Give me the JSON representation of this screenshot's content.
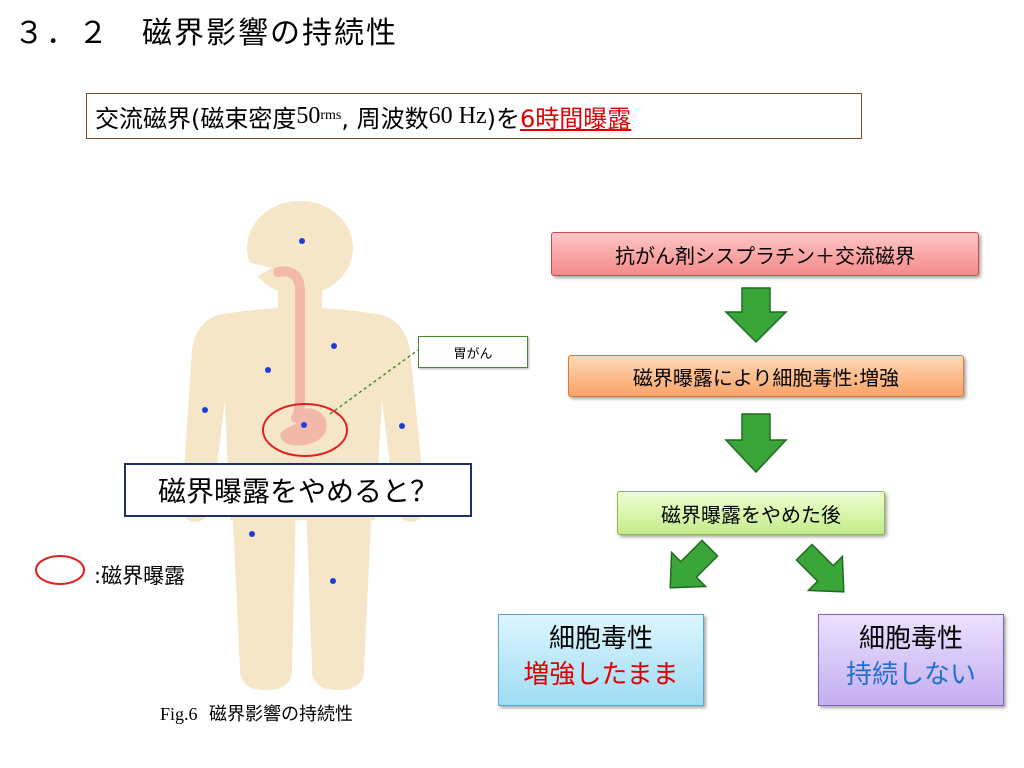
{
  "title": "３．２　磁界影響の持続性",
  "subtitle": {
    "part1": "交流磁界(磁束密度",
    "value": "50",
    "sub": "rms",
    "part2": ", 周波数",
    "freq": "60 Hz",
    "part3": ")を",
    "highlight": "6時間曝露"
  },
  "figure": {
    "stomach_label": "胃がん",
    "question": "磁界曝露をやめると？",
    "legend": ":磁界曝露",
    "caption_fig": "Fig.6",
    "caption_text": "磁界影響の持続性"
  },
  "flow": {
    "step1": "抗がん剤シスプラチン＋交流磁界",
    "step2": "磁界曝露により細胞毒性:増強",
    "step3": "磁界曝露をやめた後",
    "result_left": {
      "line1": "細胞毒性",
      "line2": "増強したまま"
    },
    "result_right": {
      "line1": "細胞毒性",
      "line2": "持続しない"
    }
  },
  "colors": {
    "highlight_red": "#e00000",
    "blue_text": "#1f6fd0",
    "arrow_green": "#3aa639",
    "body_fill": "#f6e6c8",
    "dot_blue": "#1a3fd6"
  }
}
